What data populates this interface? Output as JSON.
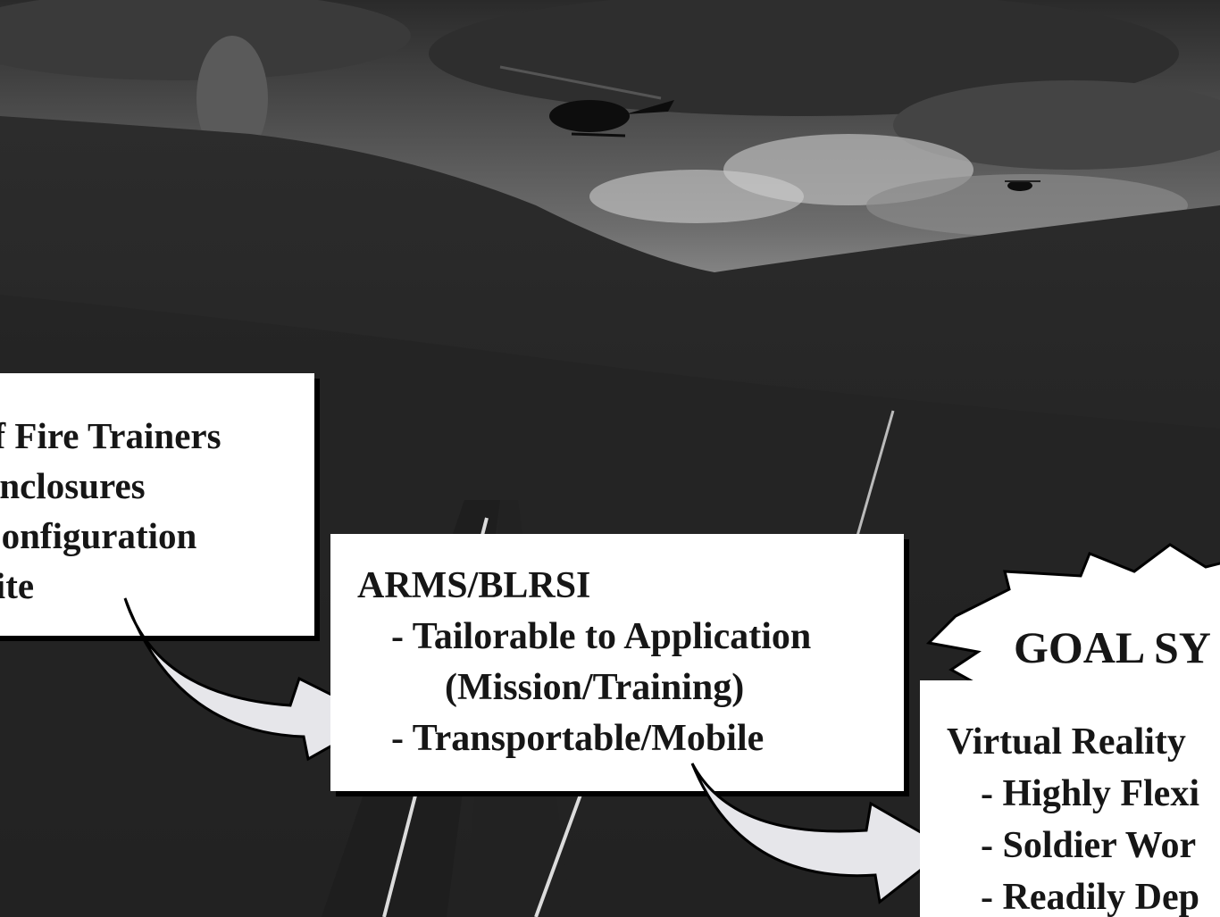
{
  "left_box": {
    "lines": [
      "of Fire Trainers",
      "Enclosures",
      "Configuration",
      "Site"
    ]
  },
  "middle_box": {
    "title": "ARMS/BLRSI",
    "bullet1": "- Tailorable to Application",
    "bullet1_cont": "(Mission/Training)",
    "bullet2": "- Transportable/Mobile"
  },
  "goal": {
    "label": "GOAL SY"
  },
  "right_box": {
    "title": "Virtual Reality",
    "items": [
      "- Highly Flexi",
      "- Soldier Wor",
      "- Readily Dep"
    ]
  },
  "colors": {
    "box_fill": "#ffffff",
    "text": "#161616",
    "background": "#1a1a1a",
    "arrow_fill": "#e6e6ea"
  }
}
